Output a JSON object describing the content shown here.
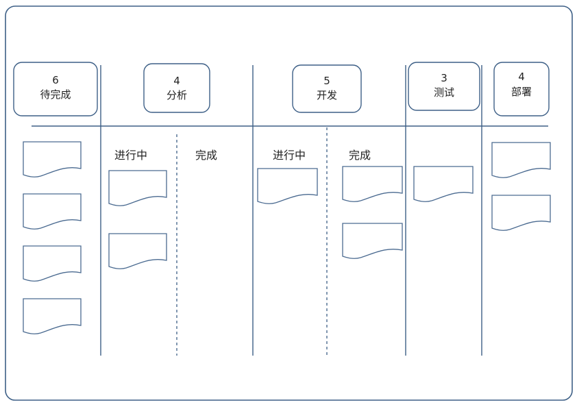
{
  "colors": {
    "line": "#3d5f86",
    "card": "#4a6a90",
    "background": "#ffffff"
  },
  "columns": [
    {
      "key": "backlog",
      "wip_limit": "6",
      "title": "待完成",
      "sub": []
    },
    {
      "key": "analysis",
      "wip_limit": "4",
      "title": "分析",
      "sub": [
        "进行中",
        "完成"
      ]
    },
    {
      "key": "development",
      "wip_limit": "5",
      "title": "开发",
      "sub": [
        "进行中",
        "完成"
      ]
    },
    {
      "key": "test",
      "wip_limit": "3",
      "title": "测试",
      "sub": []
    },
    {
      "key": "deploy",
      "wip_limit": "4",
      "title": "部署",
      "sub": []
    }
  ]
}
